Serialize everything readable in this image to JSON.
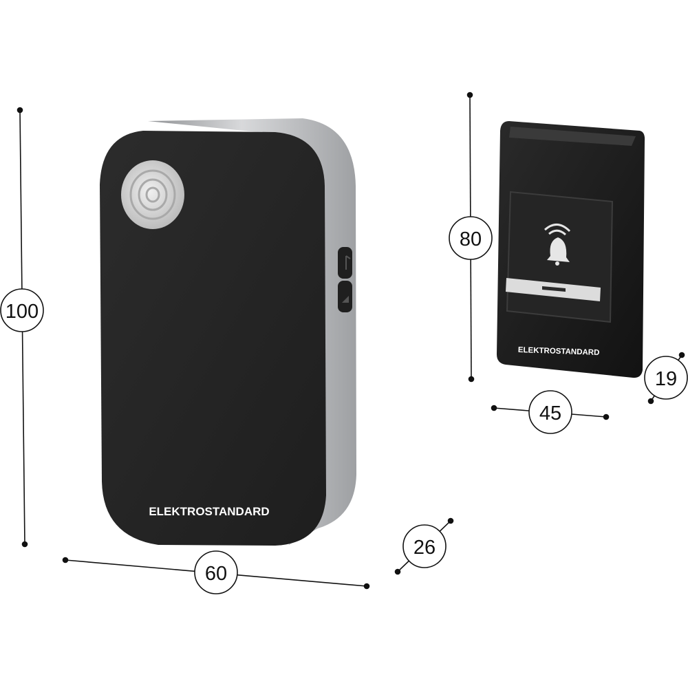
{
  "receiver": {
    "brand": "ELEKTROSTANDARD",
    "height_label": "100",
    "width_label": "60",
    "depth_label": "26"
  },
  "transmitter": {
    "brand": "ELEKTROSTANDARD",
    "height_label": "80",
    "width_label": "45",
    "depth_label": "19"
  },
  "colors": {
    "body": "#262626",
    "silver": "#b9bbbd",
    "light": "#dcdcdc"
  },
  "icons": {
    "bell": "bell-icon",
    "speaker": "speaker-grille-icon"
  }
}
